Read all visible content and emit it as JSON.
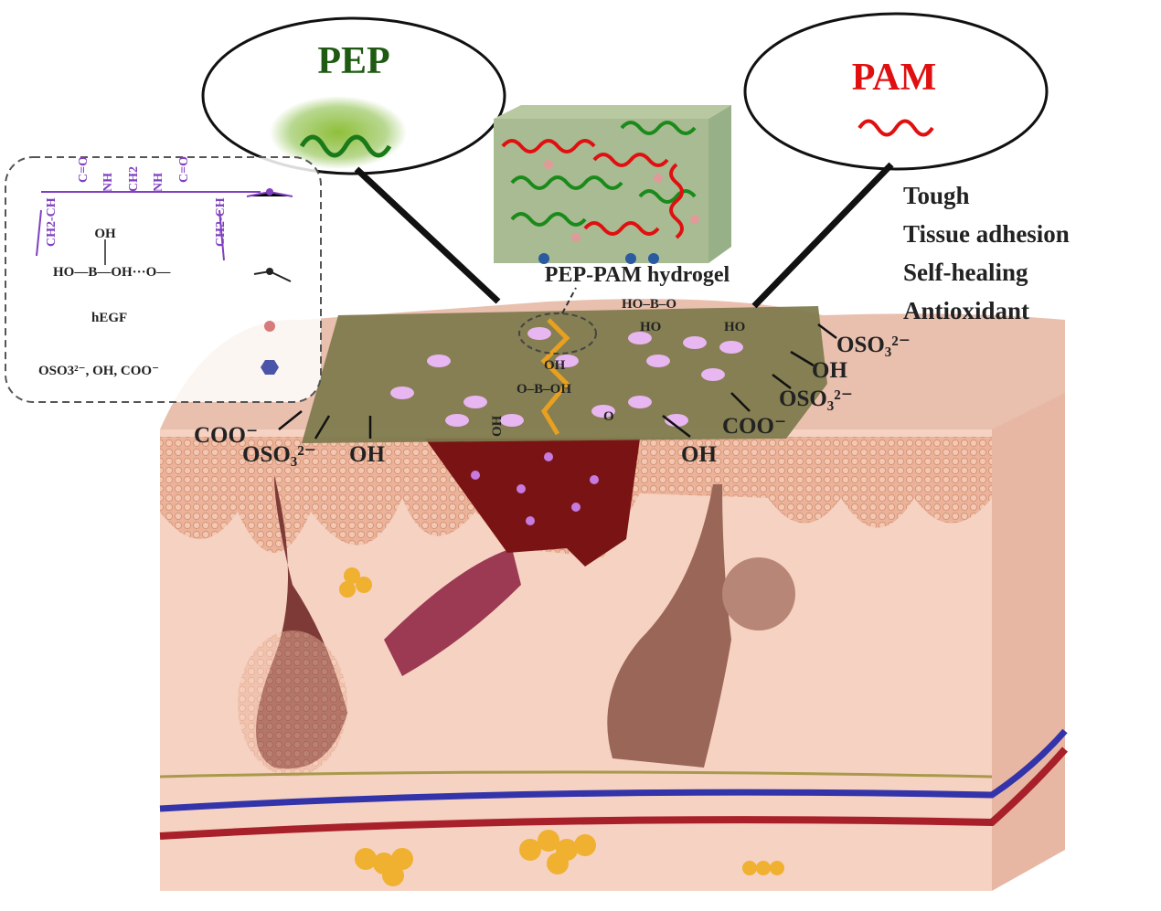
{
  "bubbles": {
    "pep": {
      "label": "PEP",
      "color": "#1e5a12"
    },
    "pam": {
      "label": "PAM",
      "color": "#e01010"
    }
  },
  "hydrogel_label": "PEP-PAM hydrogel",
  "properties": [
    "Tough",
    "Tissue adhesion",
    "Self-healing",
    "Antioxidant"
  ],
  "legend": {
    "chain_groups": [
      "CH2-CH",
      "C=O",
      "NH",
      "CH2",
      "NH",
      "C=O",
      "CH2-CH"
    ],
    "borate": {
      "oh": "OH",
      "line": "HO—B—OH···O—"
    },
    "hegf": "hEGF",
    "groups": "OSO3²⁻, OH, COO⁻"
  },
  "hydrogel_chem": {
    "top_borate": "HO–B–O",
    "top_ho_left": "HO",
    "top_ho_right": "HO",
    "center_oh": "OH",
    "center_borate": "O–B–OH",
    "center_oh_vertical": "OH",
    "center_o": "O"
  },
  "surface_groups": {
    "left": [
      "COO⁻",
      "OSO₃²⁻",
      "OH"
    ],
    "right": [
      "OSO₃²⁻",
      "OH",
      "OSO₃²⁻",
      "COO⁻",
      "OH"
    ]
  },
  "colors": {
    "skin_top": "#e9bfae",
    "dermis": "#f6d2c3",
    "epidermis": "#e8a98c",
    "hydrogel": "#7d7a4c",
    "wound": "#7a1414",
    "hegf": "#e8b6f0"
  }
}
